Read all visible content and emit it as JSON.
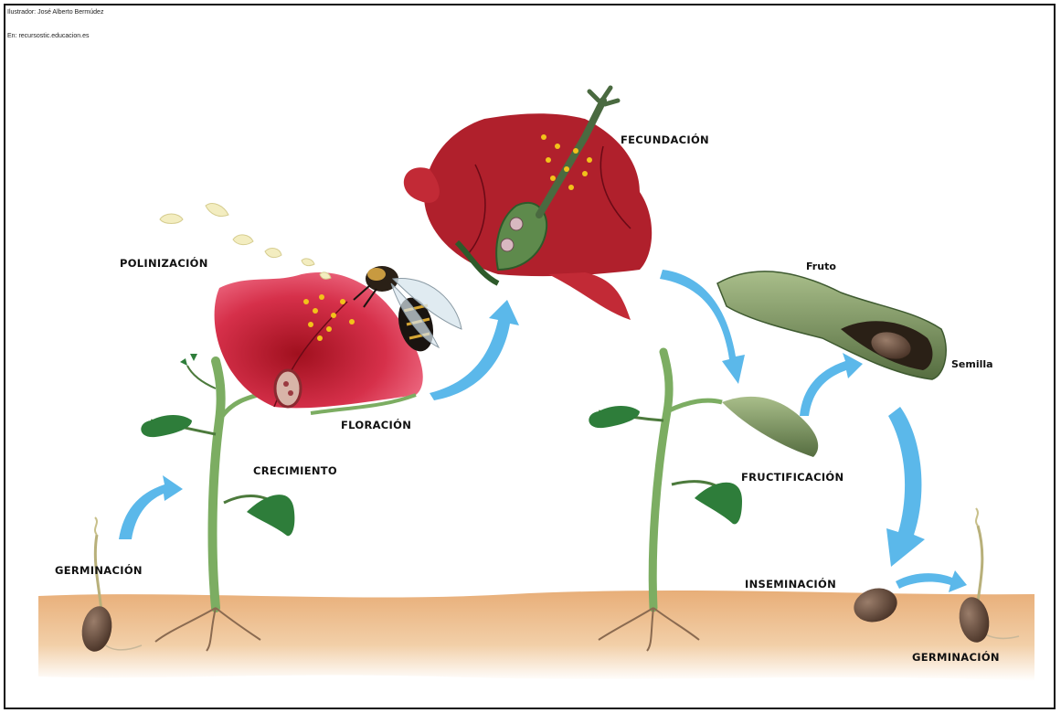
{
  "credits": {
    "illustrator": "Ilustrador: José Alberto Bermúdez",
    "source": "En: recursostic.educacion.es"
  },
  "stages": {
    "germinacion_left": "GERMINACIÓN",
    "crecimiento": "CRECIMIENTO",
    "polinizacion": "POLINIZACIÓN",
    "floracion": "FLORACIÓN",
    "fecundacion": "FECUNDACIÓN",
    "fructificacion": "FRUCTIFICACIÓN",
    "fruto": "Fruto",
    "semilla": "Semilla",
    "inseminacion": "INSEMINACIÓN",
    "germinacion_right": "GERMINACIÓN"
  },
  "colors": {
    "soil": "#e8b382",
    "arrow": "#5bb8ea",
    "stem": "#6a9a55",
    "leaf": "#2e7d3a",
    "petal": "#c4222e",
    "pod": "#7c9660",
    "seed": "#6b4f3f"
  }
}
